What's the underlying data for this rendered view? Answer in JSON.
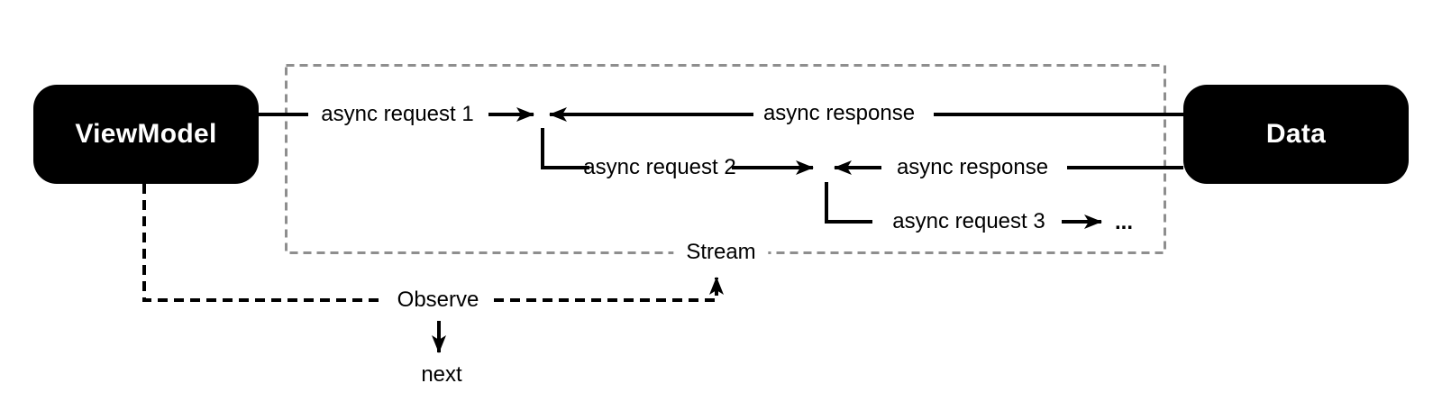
{
  "diagram": {
    "nodes": {
      "viewmodel": "ViewModel",
      "data": "Data"
    },
    "stream": {
      "label": "Stream"
    },
    "labels": {
      "request1": "async request 1",
      "response1": "async response",
      "request2": "async request 2",
      "response2": "async response",
      "request3": "async request 3",
      "ellipsis": "...",
      "observe": "Observe",
      "next": "next"
    },
    "colors": {
      "node_bg": "#000000",
      "node_text": "#ffffff",
      "line": "#000000",
      "stream_border": "#8e8e8e",
      "background": "#ffffff"
    }
  }
}
